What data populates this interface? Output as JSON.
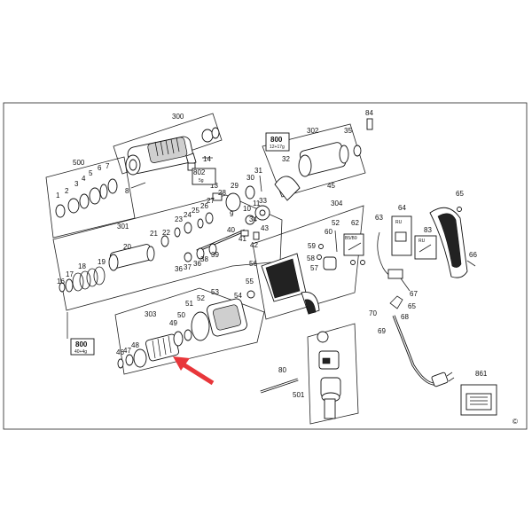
{
  "colors": {
    "line": "#222222",
    "arrow": "#e8363a",
    "background": "#ffffff"
  },
  "labels": {
    "l300": "300",
    "l500": "500",
    "l302": "302",
    "l800a": "800",
    "l800a_sub": "12+17g",
    "l84": "84",
    "l35": "35",
    "l32": "32",
    "l45": "45",
    "l14": "14",
    "l15": "15",
    "l13": "13",
    "l802": "802",
    "l802_sub": "5g",
    "l1": "1",
    "l2": "2",
    "l3": "3",
    "l4": "4",
    "l5": "5",
    "l6": "6",
    "l7": "7",
    "l8": "8",
    "l31": "31",
    "l30": "30",
    "l29": "29",
    "l28": "28",
    "l27": "27",
    "l26": "26",
    "l25": "25",
    "l24": "24",
    "l23": "23",
    "l22": "22",
    "l21": "21",
    "l9": "9",
    "l10": "10",
    "l11": "11",
    "l33": "33",
    "l34": "34",
    "l43": "43",
    "l301": "301",
    "l20": "20",
    "l40": "40",
    "l39": "39",
    "l38": "38",
    "l37": "37",
    "l36": "36",
    "l42": "42",
    "l41": "41",
    "l19": "19",
    "l18": "18",
    "l17": "17",
    "l16": "16",
    "l304": "304",
    "l65a": "65",
    "l64": "64",
    "l64_ru": "RU",
    "l83": "83",
    "l83_ru": "RU",
    "l62": "62",
    "l62_b": "B5/B9",
    "l63": "63",
    "l52a": "52",
    "l60": "60",
    "l59": "59",
    "l58": "58",
    "l57": "57",
    "l56": "56",
    "l55": "55",
    "l54": "54",
    "l66": "66",
    "l67": "67",
    "l70": "70",
    "l68": "68",
    "l65b": "65",
    "l69": "69",
    "l303": "303",
    "l51": "51",
    "l52b": "52",
    "l53": "53",
    "l50": "50",
    "l49": "49",
    "l48": "48",
    "l47": "47",
    "l46": "46",
    "l800b": "800",
    "l800b_sub": "40+4g",
    "l80": "80",
    "l501": "501",
    "l861": "861",
    "copyright": "©"
  }
}
